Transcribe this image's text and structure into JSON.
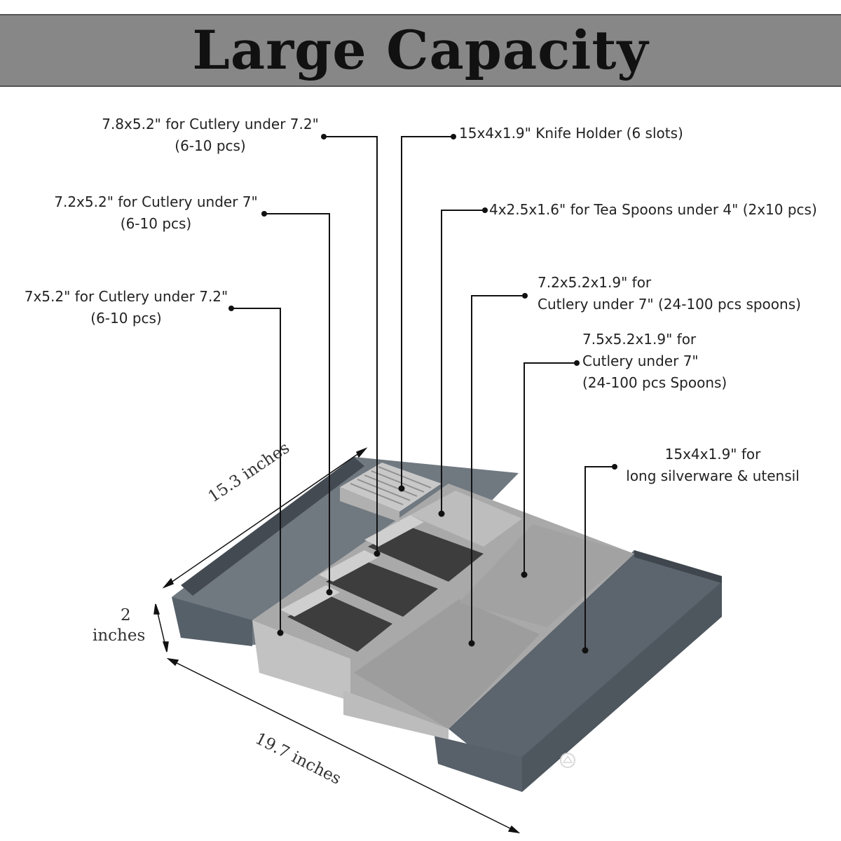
{
  "banner": {
    "title": "Large Capacity"
  },
  "callouts": [
    {
      "id": "cutlery-78",
      "lines": [
        "7.8x5.2\" for Cutlery under 7.2\"",
        "(6-10 pcs)"
      ]
    },
    {
      "id": "cutlery-72",
      "lines": [
        "7.2x5.2\" for Cutlery under 7\"",
        "(6-10 pcs)"
      ]
    },
    {
      "id": "cutlery-7",
      "lines": [
        "7x5.2\" for Cutlery under 7.2\"",
        "(6-10 pcs)"
      ]
    },
    {
      "id": "knife-holder",
      "lines": [
        "15x4x1.9\" Knife Holder (6 slots)"
      ]
    },
    {
      "id": "tea-spoons",
      "lines": [
        "4x2.5x1.6\" for Tea Spoons under 4\" (2x10 pcs)"
      ]
    },
    {
      "id": "spoons-72",
      "lines": [
        "7.2x5.2x1.9\" for",
        "Cutlery under 7\"  (24-100 pcs spoons)"
      ]
    },
    {
      "id": "spoons-75",
      "lines": [
        "7.5x5.2x1.9\" for",
        "Cutlery under 7\"",
        "(24-100 pcs Spoons)"
      ]
    },
    {
      "id": "long-utensil",
      "lines": [
        "15x4x1.9\" for",
        "long  silverware & utensil"
      ]
    }
  ],
  "dimensions": {
    "depth": "15.3  inches",
    "height_value": "2",
    "height_unit": "inches",
    "width": "19.7 inches"
  },
  "colors": {
    "banner": "#878787",
    "tray_dark": "#5c646d",
    "tray_light": "#bdbdbd"
  },
  "icons": [
    "brand-logo-icon"
  ]
}
